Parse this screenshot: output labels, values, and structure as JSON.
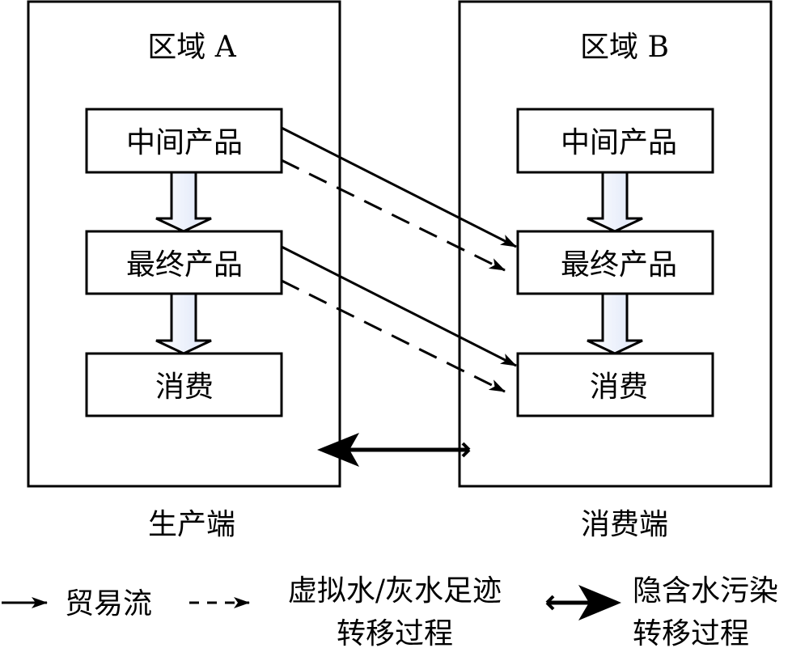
{
  "regions": [
    {
      "title": "区域 A",
      "caption": "生产端",
      "boxes": [
        "中间产品",
        "最终产品",
        "消费"
      ]
    },
    {
      "title": "区域 B",
      "caption": "消费端",
      "boxes": [
        "中间产品",
        "最终产品",
        "消费"
      ]
    }
  ],
  "legend": {
    "trade_flow": "贸易流",
    "virtual_water_line1": "虚拟水/灰水足迹",
    "virtual_water_line2": "转移过程",
    "pollution_line1": "隐含水污染",
    "pollution_line2": "转移过程"
  },
  "colors": {
    "stroke": "#000000",
    "block_arrow_fill_light": "#ffffff",
    "block_arrow_fill_tint": "#e6ecfa"
  }
}
